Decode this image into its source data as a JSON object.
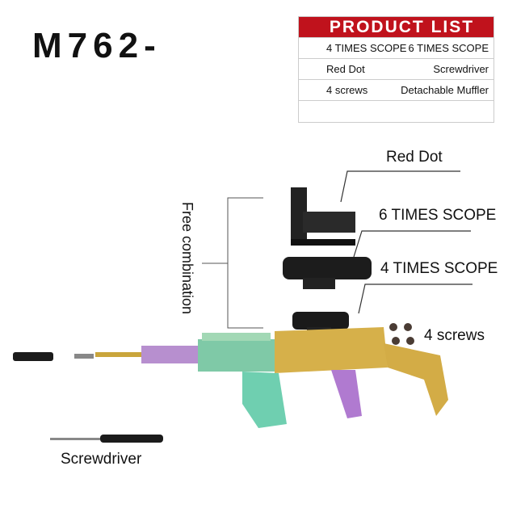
{
  "title": "M762-",
  "product_list": {
    "heading": "PRODUCT LIST",
    "rows": [
      [
        "4 TIMES SCOPE",
        "6 TIMES SCOPE"
      ],
      [
        "Red Dot",
        "Screwdriver"
      ],
      [
        "4 screws",
        "Detachable Muffler"
      ]
    ]
  },
  "labels": {
    "red_dot": "Red Dot",
    "six_scope": "6 TIMES SCOPE",
    "four_scope": "4 TIMES SCOPE",
    "screws": "4 screws",
    "screwdriver": "Screwdriver",
    "free_combination": "Free combination"
  },
  "colors": {
    "header_red": "#c0121c"
  }
}
